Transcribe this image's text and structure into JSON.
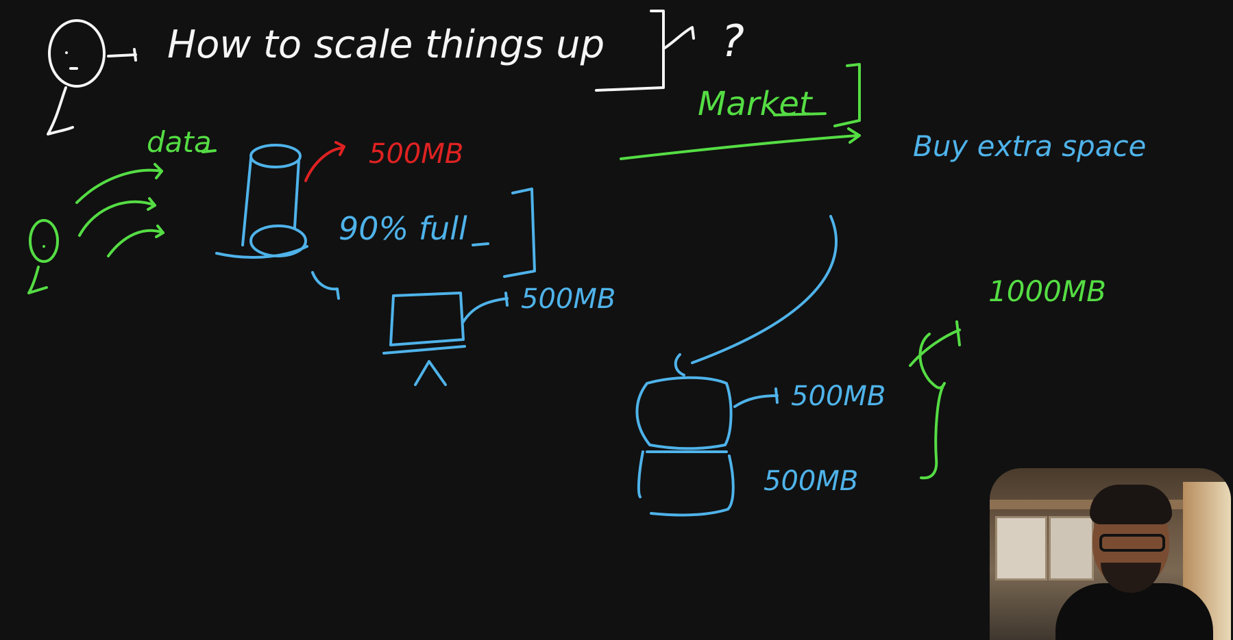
{
  "whiteboard": {
    "title": "How to scale things up",
    "title_mark": "?",
    "data_label": "data",
    "db_capacity_red": "500MB",
    "db_status": "90% full",
    "small_server_capacity": "500MB",
    "market_label": "Market",
    "buy_label": "Buy extra space",
    "stack_top_capacity": "500MB",
    "stack_bottom_capacity": "500MB",
    "total_capacity": "1000MB"
  },
  "colors": {
    "background": "#111111",
    "white_ink": "#f5f5f5",
    "green_ink": "#55dd44",
    "blue_ink": "#4fb3ea",
    "red_ink": "#e02222"
  },
  "icons": {
    "presenter_webcam": "presenter-video-icon"
  }
}
